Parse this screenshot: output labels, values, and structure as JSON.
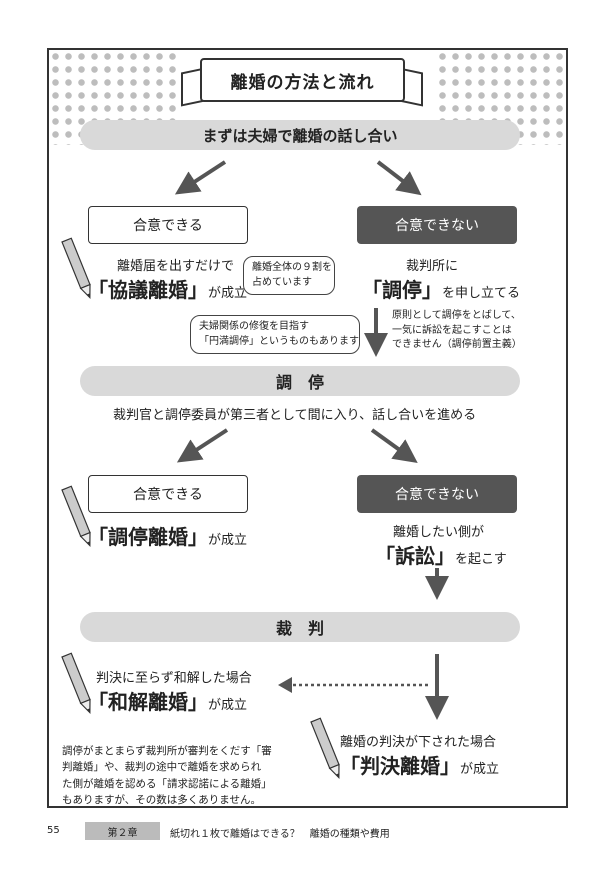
{
  "title": "離婚の方法と流れ",
  "bars": {
    "discussion": "まずは夫婦で離婚の話し合い",
    "mediation": "調　停",
    "trial": "裁　判"
  },
  "step1": {
    "agree_label": "合意できる",
    "disagree_label": "合意できない",
    "agree_line1": "離婚届を出すだけで",
    "agree_big": "「協議離婚」",
    "agree_suffix": "が成立",
    "bubble_line1": "離婚全体の９割を",
    "bubble_line2": "占めています",
    "disagree_line1": "裁判所に",
    "disagree_big": "「調停」",
    "disagree_suffix": "を申し立てる",
    "note_line1": "原則として調停をとばして、",
    "note_line2": "一気に訴訟を起こすことは",
    "note_line3": "できません（調停前置主義）",
    "bubble2_line1": "夫婦関係の修復を目指す",
    "bubble2_line2": "「円満調停」というものもあります"
  },
  "mediation_desc": "裁判官と調停委員が第三者として間に入り、話し合いを進める",
  "step2": {
    "agree_label": "合意できる",
    "disagree_label": "合意できない",
    "agree_big": "「調停離婚」",
    "agree_suffix": "が成立",
    "disagree_line1": "離婚したい側が",
    "disagree_big": "「訴訟」",
    "disagree_suffix": "を起こす"
  },
  "step3": {
    "settle_line1": "判決に至らず和解した場合",
    "settle_big": "「和解離婚」",
    "settle_suffix": "が成立",
    "judgment_line1": "離婚の判決が下された場合",
    "judgment_big": "「判決離婚」",
    "judgment_suffix": "が成立"
  },
  "bottom_note": {
    "line1": "調停がまとまらず裁判所が審判をくだす「審",
    "line2": "判離婚」や、裁判の途中で離婚を求められ",
    "line3": "た側が離婚を認める「請求認諾による離婚」",
    "line4": "もありますが、その数は多くありません。"
  },
  "footer": {
    "page_number": "55",
    "chapter": "第２章",
    "chapter_title": "紙切れ１枚で離婚はできる？　離婚の種類や費用"
  },
  "icons": [
    "pencil-icon",
    "arrow-icon"
  ],
  "colors": {
    "dark_box": "#555555",
    "bar": "#d9d9d9"
  }
}
